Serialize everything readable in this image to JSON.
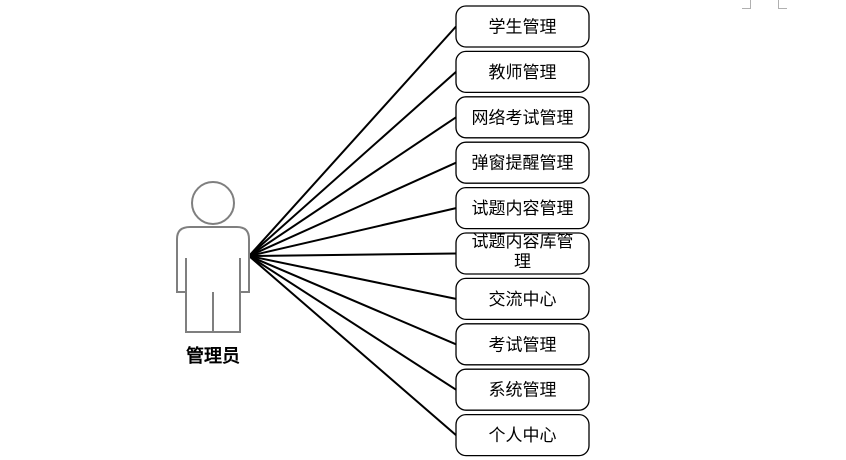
{
  "actor": {
    "label": "管理员",
    "icon": "person-icon"
  },
  "use_cases": [
    {
      "lines": [
        "学生管理"
      ]
    },
    {
      "lines": [
        "教师管理"
      ]
    },
    {
      "lines": [
        "网络考试管理"
      ]
    },
    {
      "lines": [
        "弹窗提醒管理"
      ]
    },
    {
      "lines": [
        "试题内容管理"
      ]
    },
    {
      "lines": [
        "试题内容库管",
        "理"
      ]
    },
    {
      "lines": [
        "交流中心"
      ]
    },
    {
      "lines": [
        "考试管理"
      ]
    },
    {
      "lines": [
        "系统管理"
      ]
    },
    {
      "lines": [
        "个人中心"
      ]
    }
  ]
}
